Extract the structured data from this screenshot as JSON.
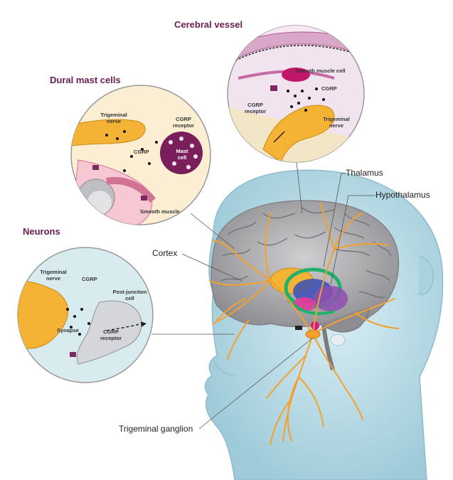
{
  "panels": {
    "cerebral_vessel": {
      "title": "Cerebral vessel",
      "labels": {
        "smooth_muscle_cell": "Smooth muscle cell",
        "cgrp": "CGRP",
        "cgrp_receptor": "CGRP receptor",
        "trigeminal_nerve": "Trigeminal nerve"
      }
    },
    "dural_mast_cells": {
      "title": "Dural mast cells",
      "labels": {
        "trigeminal_nerve": "Trigeminal nerve",
        "cgrp_receptor": "CGRP receptor",
        "cgrp": "CGRP",
        "mast_cell": "Mast cell",
        "smooth_muscle": "Smooth muscle"
      }
    },
    "neurons": {
      "title": "Neurons",
      "labels": {
        "trigeminal_nerve": "Trigeminal nerve",
        "cgrp": "CGRP",
        "post_junction_cell": "Post-junction cell",
        "synapse": "Synapse",
        "cgrp_receptor": "CGRP receptor"
      }
    }
  },
  "anatomy": {
    "thalamus": "Thalamus",
    "hypothalamus": "Hypothalamus",
    "cortex": "Cortex",
    "trigeminal_ganglion": "Trigeminal ganglion"
  },
  "colors": {
    "head_title": "#6b1d4d",
    "nerve": "#f4a12c",
    "head": "#b9dbe6",
    "brain": "#a9a9ab",
    "receptor": "#7a2a5e"
  }
}
